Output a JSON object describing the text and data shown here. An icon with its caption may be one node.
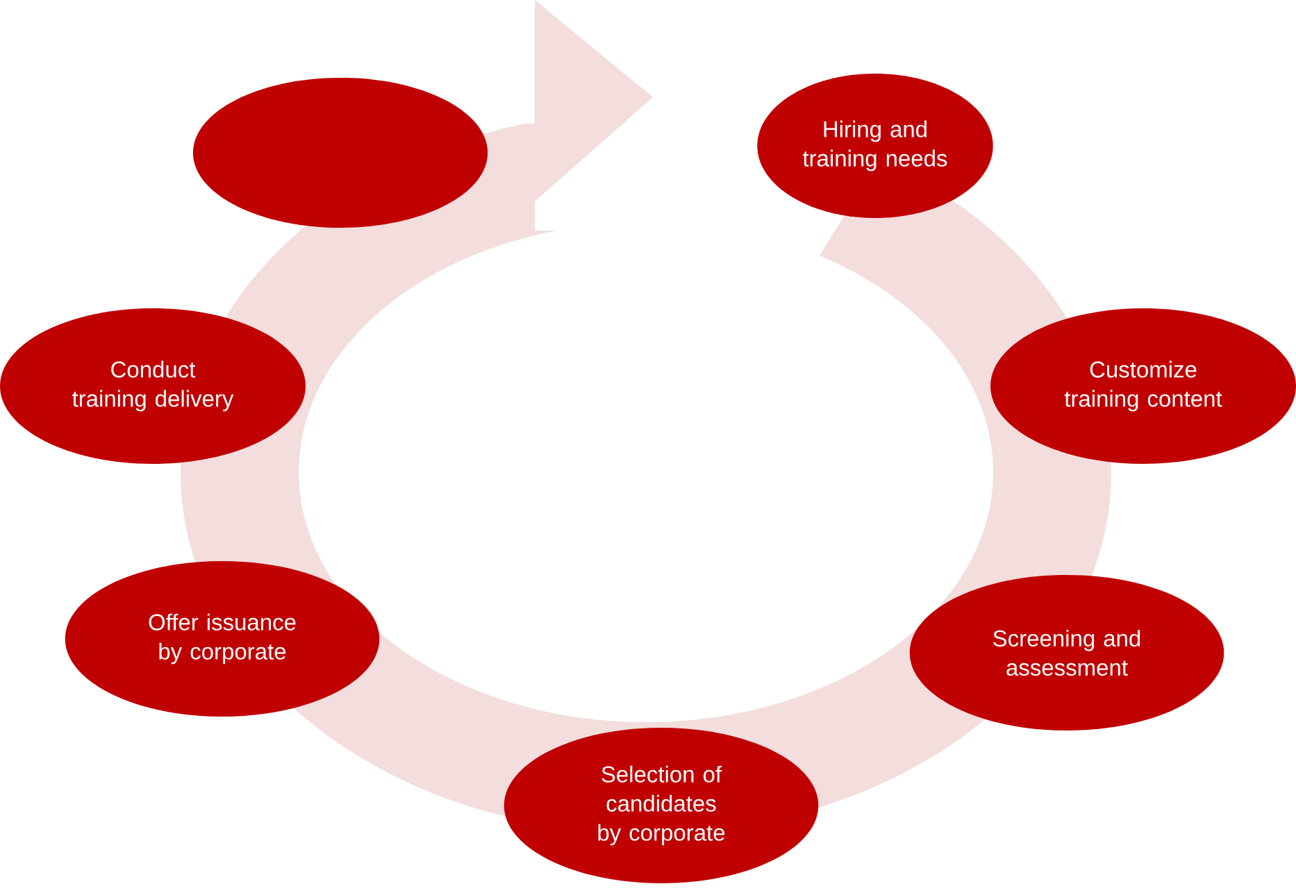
{
  "diagram": {
    "nodes": [
      {
        "text": [],
        "shape": "ellipse"
      },
      {
        "text": [
          "Hiring and training needs"
        ]
      },
      {
        "text": [
          "Customize training content"
        ]
      },
      {
        "text": [
          "Screening and assessment"
        ]
      },
      {
        "text": [
          "Selection of candidates by corporate"
        ]
      },
      {
        "text": [
          "Offer issuance by corporate"
        ]
      },
      {
        "text": [
          "Conduct training delivery"
        ]
      }
    ]
  }
}
